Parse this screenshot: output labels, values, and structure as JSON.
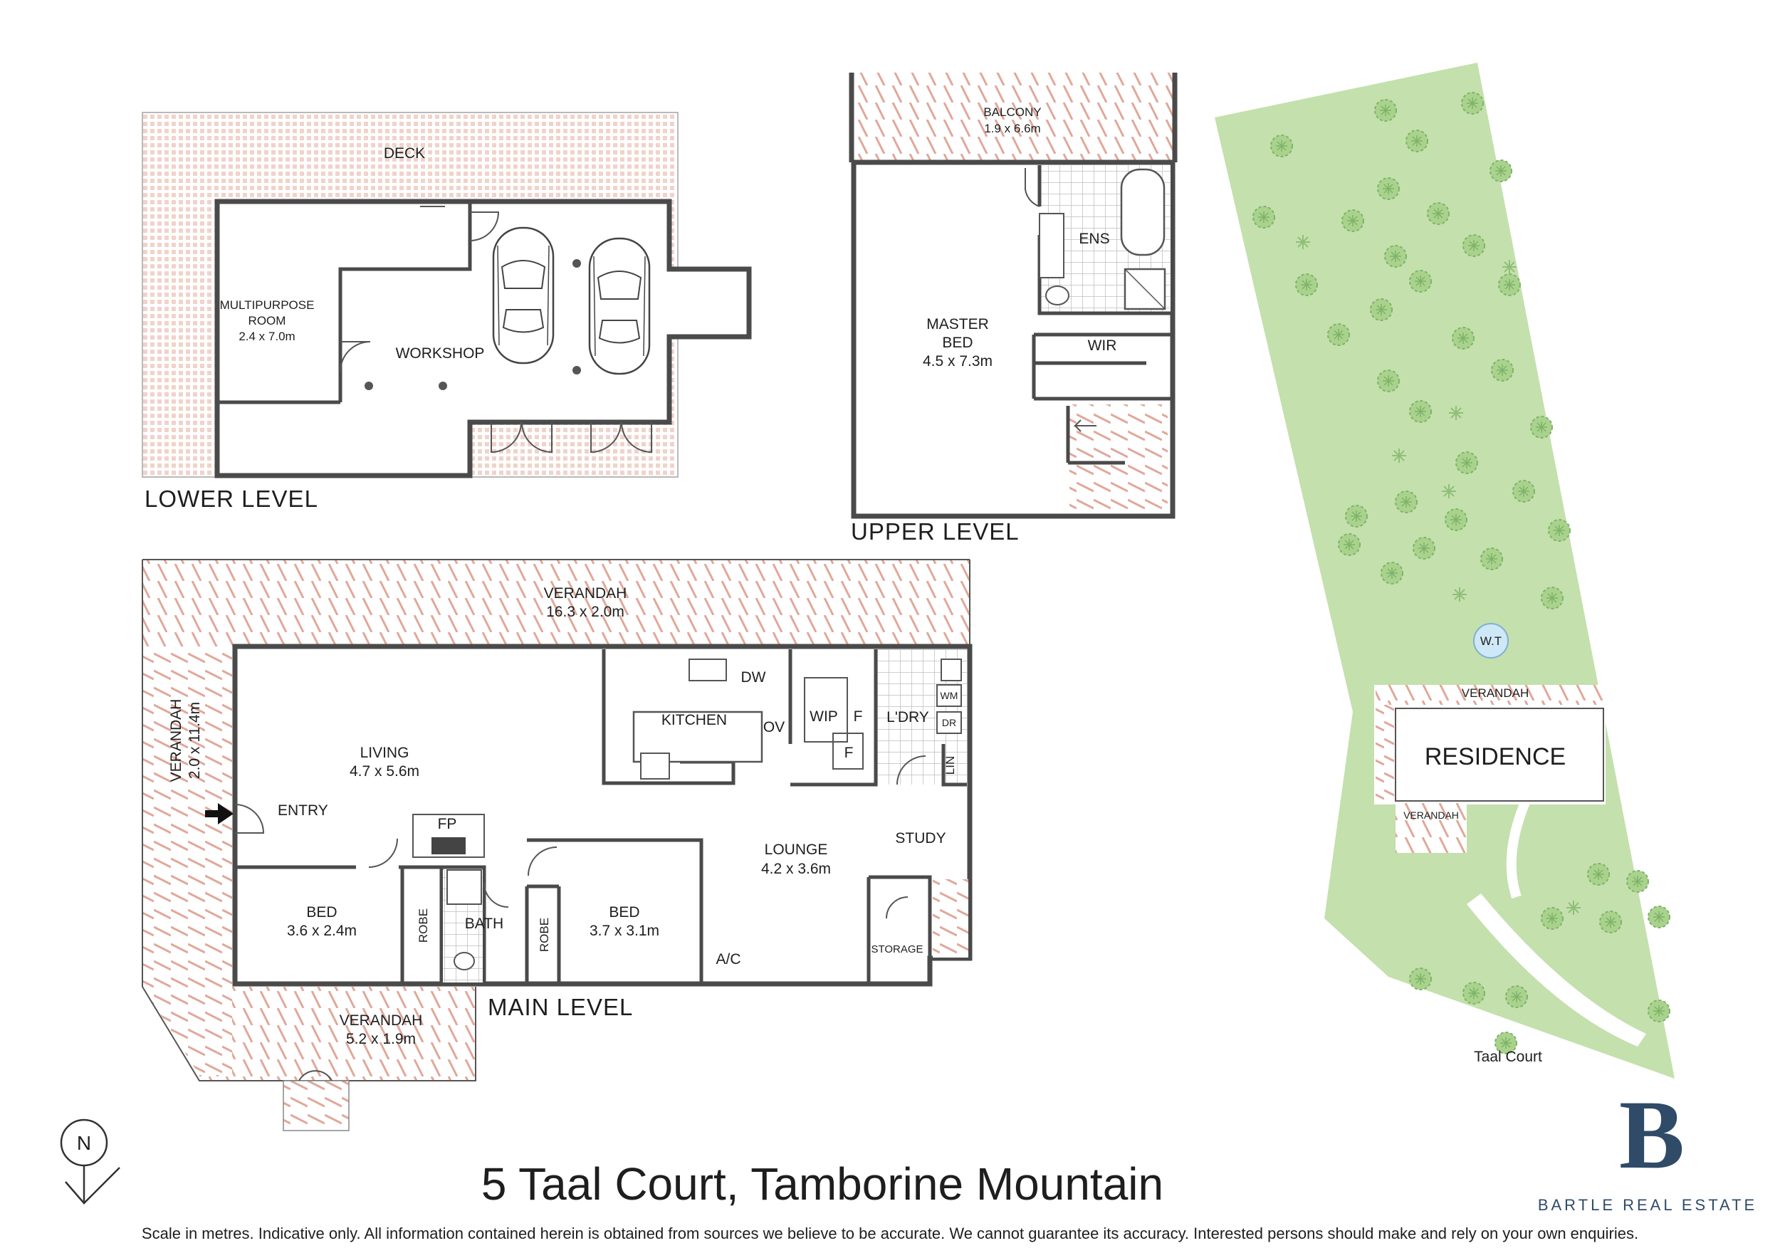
{
  "lower": {
    "deck": "DECK",
    "multipurpose": [
      "MULTIPURPOSE",
      "ROOM",
      "2.4 x 7.0m"
    ],
    "workshop": "WORKSHOP",
    "level": "LOWER LEVEL"
  },
  "upper": {
    "balcony": [
      "BALCONY",
      "1.9 x 6.6m"
    ],
    "ens": "ENS",
    "master": [
      "MASTER",
      "BED",
      "4.5 x 7.3m"
    ],
    "wir": "WIR",
    "level": "UPPER LEVEL"
  },
  "main": {
    "verandah_top": [
      "VERANDAH",
      "16.3 x 2.0m"
    ],
    "verandah_side": [
      "VERANDAH",
      "2.0 x 11.4m"
    ],
    "verandah_bottom": [
      "VERANDAH",
      "5.2 x 1.9m"
    ],
    "living": [
      "LIVING",
      "4.7 x 5.6m"
    ],
    "entry": "ENTRY",
    "kitchen": "KITCHEN",
    "dw": "DW",
    "ov": "OV",
    "wip": "WIP",
    "f": "F",
    "laundry": "L'DRY",
    "wm": "WM",
    "dr": "DR",
    "lin": "LIN",
    "fp": "FP",
    "study": "STUDY",
    "lounge": [
      "LOUNGE",
      "4.2 x 3.6m"
    ],
    "bed1": [
      "BED",
      "3.6 x 2.4m"
    ],
    "robe": "ROBE",
    "bath": "BATH",
    "bed2": [
      "BED",
      "3.7 x 3.1m"
    ],
    "ac": "A/C",
    "storage": "STORAGE",
    "level": "MAIN LEVEL"
  },
  "site": {
    "verandah_top": "VERANDAH",
    "verandah_small": "VERANDAH",
    "residence": "RESIDENCE",
    "wt": "W.T",
    "street": "Taal Court"
  },
  "compass": "N",
  "title": "5 Taal Court, Tamborine Mountain",
  "brand": {
    "initial": "B",
    "name": "BARTLE REAL ESTATE"
  },
  "disclaimer": "Scale in metres. Indicative only. All information contained herein is obtained from sources we believe to be accurate. We cannot guarantee its accuracy. Interested persons should make and rely on your own enquiries.",
  "colors": {
    "wall": "#4a4a4a",
    "deck_hatch": "#e3b2a6",
    "lawn": "#c4e0ad",
    "tank": "#cfe8f7",
    "brand": "#2f4b68"
  }
}
